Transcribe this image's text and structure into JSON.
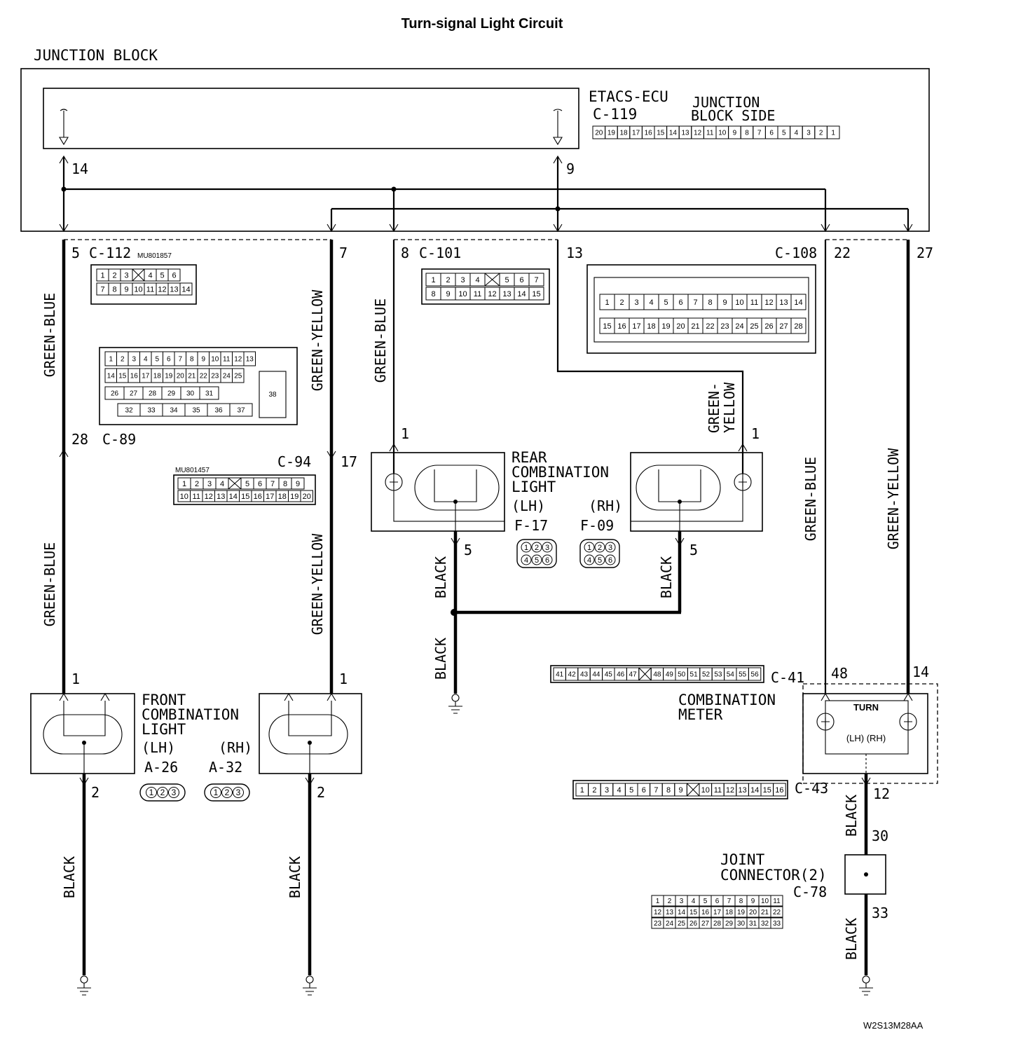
{
  "title": "Turn-signal Light Circuit",
  "junction_block": {
    "label": "JUNCTION BLOCK",
    "ecu_label": "ETACS-ECU",
    "ecu_connector": "C-119",
    "ecu_side_label_1": "JUNCTION",
    "ecu_side_label_2": "BLOCK SIDE",
    "ecu_pins": [
      "20",
      "19",
      "18",
      "17",
      "16",
      "15",
      "14",
      "13",
      "12",
      "11",
      "10",
      "9",
      "8",
      "7",
      "6",
      "5",
      "4",
      "3",
      "2",
      "1"
    ],
    "pin_left": "14",
    "pin_right": "9"
  },
  "exit_pins": {
    "p5": "5",
    "p7": "7",
    "p8": "8",
    "p13": "13",
    "p22": "22",
    "p27": "27"
  },
  "connectors": {
    "c112": "C-112",
    "c112_part": "MU801857",
    "c112_row1": [
      "1",
      "2",
      "3",
      "",
      "4",
      "5",
      "6"
    ],
    "c112_row2": [
      "7",
      "8",
      "9",
      "10",
      "11",
      "12",
      "13",
      "14"
    ],
    "c101": "C-101",
    "c101_row1": [
      "1",
      "2",
      "3",
      "4",
      "",
      "5",
      "6",
      "7"
    ],
    "c101_row2": [
      "8",
      "9",
      "10",
      "11",
      "12",
      "13",
      "14",
      "15"
    ],
    "c108": "C-108",
    "c108_row1": [
      "1",
      "2",
      "3",
      "4",
      "5",
      "6",
      "7",
      "8",
      "9",
      "10",
      "11",
      "12",
      "13",
      "14"
    ],
    "c108_row2": [
      "15",
      "16",
      "17",
      "18",
      "19",
      "20",
      "21",
      "22",
      "23",
      "24",
      "25",
      "26",
      "27",
      "28"
    ],
    "c89": "C-89",
    "c89_pin": "28",
    "c89_row1": [
      "1",
      "2",
      "3",
      "4",
      "5",
      "6",
      "7",
      "8",
      "9",
      "10",
      "11",
      "12",
      "13"
    ],
    "c89_row2": [
      "14",
      "15",
      "16",
      "17",
      "18",
      "19",
      "20",
      "21",
      "22",
      "23",
      "24",
      "25"
    ],
    "c89_row3": [
      "26",
      "27",
      "28",
      "29",
      "30",
      "31"
    ],
    "c89_row4": [
      "32",
      "33",
      "34",
      "35",
      "36",
      "37"
    ],
    "c89_big": "38",
    "c94": "C-94",
    "c94_part": "MU801457",
    "c94_pin": "17",
    "c94_row1": [
      "1",
      "2",
      "3",
      "4",
      "",
      "5",
      "6",
      "7",
      "8",
      "9"
    ],
    "c94_row2": [
      "10",
      "11",
      "12",
      "13",
      "14",
      "15",
      "16",
      "17",
      "18",
      "19",
      "20"
    ],
    "c41": "C-41",
    "c41_pins": [
      "41",
      "42",
      "43",
      "44",
      "45",
      "46",
      "47",
      "",
      "48",
      "49",
      "50",
      "51",
      "52",
      "53",
      "54",
      "55",
      "56"
    ],
    "c43": "C-43",
    "c43_pins": [
      "1",
      "2",
      "3",
      "4",
      "5",
      "6",
      "7",
      "8",
      "9",
      "",
      "10",
      "11",
      "12",
      "13",
      "14",
      "15",
      "16"
    ],
    "c78": "C-78",
    "c78_row1": [
      "1",
      "2",
      "3",
      "4",
      "5",
      "6",
      "7",
      "8",
      "9",
      "10",
      "11"
    ],
    "c78_row2": [
      "12",
      "13",
      "14",
      "15",
      "16",
      "17",
      "18",
      "19",
      "20",
      "21",
      "22"
    ],
    "c78_row3": [
      "23",
      "24",
      "25",
      "26",
      "27",
      "28",
      "29",
      "30",
      "31",
      "32",
      "33"
    ]
  },
  "wires": {
    "green_blue": "GREEN-BLUE",
    "green_yellow": "GREEN-YELLOW",
    "green_dash": "GREEN-",
    "yellow": "YELLOW",
    "black": "BLACK"
  },
  "front_light": {
    "line1": "FRONT",
    "line2": "COMBINATION",
    "line3": "LIGHT",
    "lh": "(LH)",
    "rh": "(RH)",
    "conn_lh": "A-26",
    "conn_rh": "A-32",
    "pin_in": "1",
    "pin_out": "2",
    "plug": [
      "1",
      "2",
      "3"
    ]
  },
  "rear_light": {
    "line1": "REAR",
    "line2": "COMBINATION",
    "line3": "LIGHT",
    "lh": "(LH)",
    "rh": "(RH)",
    "conn_lh": "F-17",
    "conn_rh": "F-09",
    "pin_in": "1",
    "pin_out": "5",
    "plug": [
      "1",
      "2",
      "3",
      "4",
      "5",
      "6"
    ]
  },
  "meter": {
    "line1": "COMBINATION",
    "line2": "METER",
    "turn": "TURN",
    "lhrh": "(LH) (RH)",
    "pin_gb": "48",
    "pin_gy": "14",
    "pin_out": "12"
  },
  "joint": {
    "line1": "JOINT",
    "line2": "CONNECTOR(2)",
    "pin_in": "30",
    "pin_out": "33"
  },
  "figure_code": "W2S13M28AA"
}
